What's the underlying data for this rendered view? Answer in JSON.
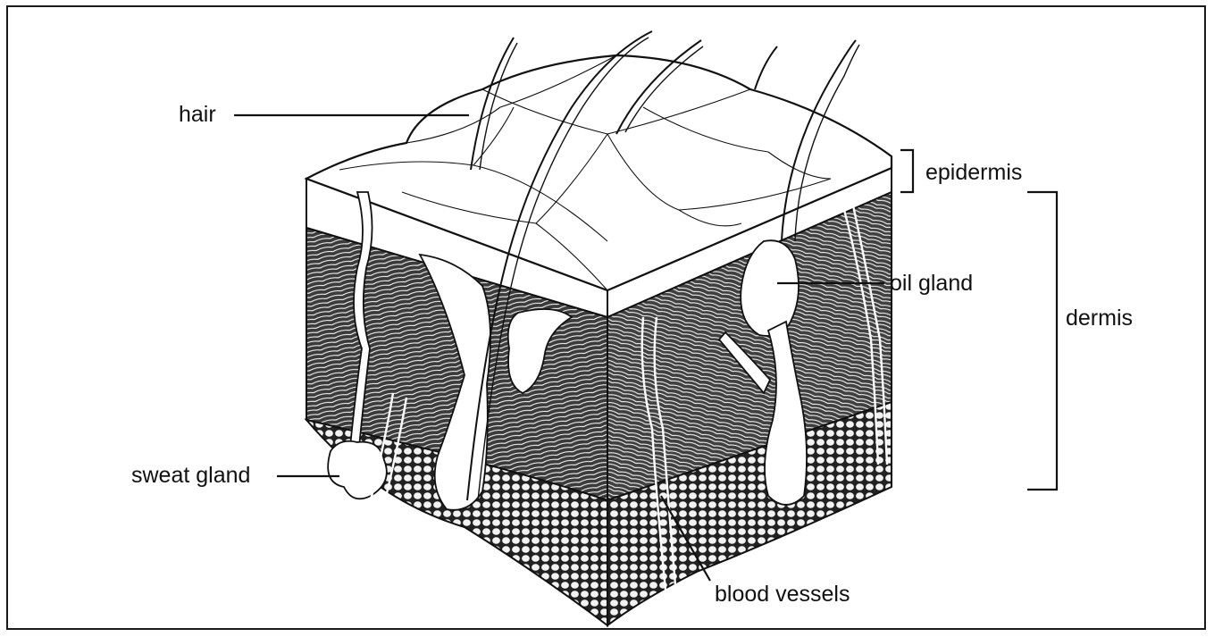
{
  "labels": {
    "hair": "hair",
    "epidermis": "epidermis",
    "oil_gland": "oil gland",
    "dermis": "dermis",
    "sweat_gland": "sweat gland",
    "blood_vessels": "blood vessels"
  },
  "colors": {
    "ink": "#111111",
    "dermis_fill": "#3a3a3a",
    "fat_fill": "#e9e9e9",
    "paper": "#ffffff"
  }
}
